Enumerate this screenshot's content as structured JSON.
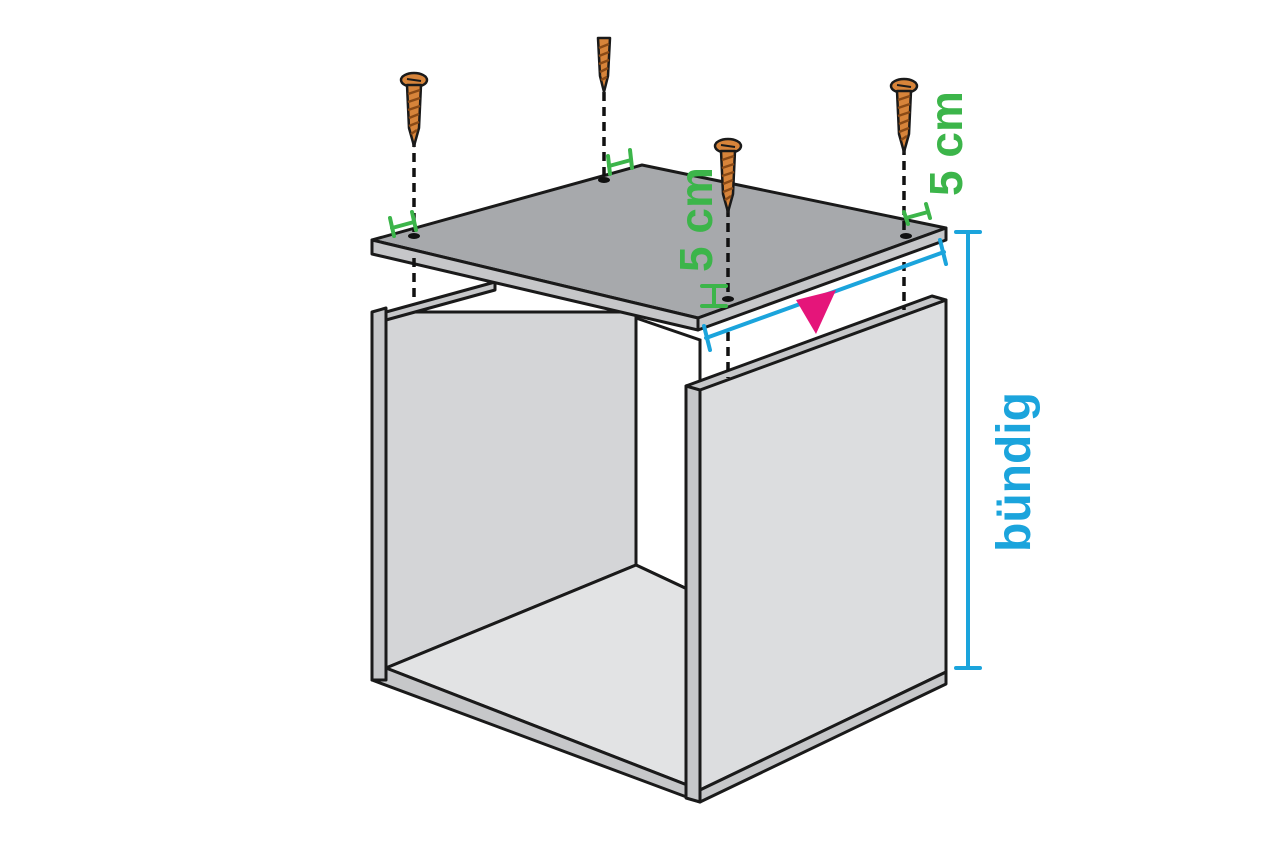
{
  "labels": {
    "spacing_left": "5 cm",
    "spacing_right": "5 cm",
    "flush": "bündig"
  },
  "colors": {
    "panel_top": "#a7a9ac",
    "panel_side": "#dcdddf",
    "panel_back": "#d4d5d7",
    "panel_floor": "#e2e3e4",
    "edge": "#c6c7c9",
    "measure_green": "#3cb54a",
    "measure_blue": "#1ba4dc",
    "arrow_magenta": "#e5157a",
    "screw": "#d7843a",
    "screw_dark": "#8a4a16"
  },
  "icons": {
    "screw": "screw-icon",
    "arrow": "arrow-down-icon"
  }
}
